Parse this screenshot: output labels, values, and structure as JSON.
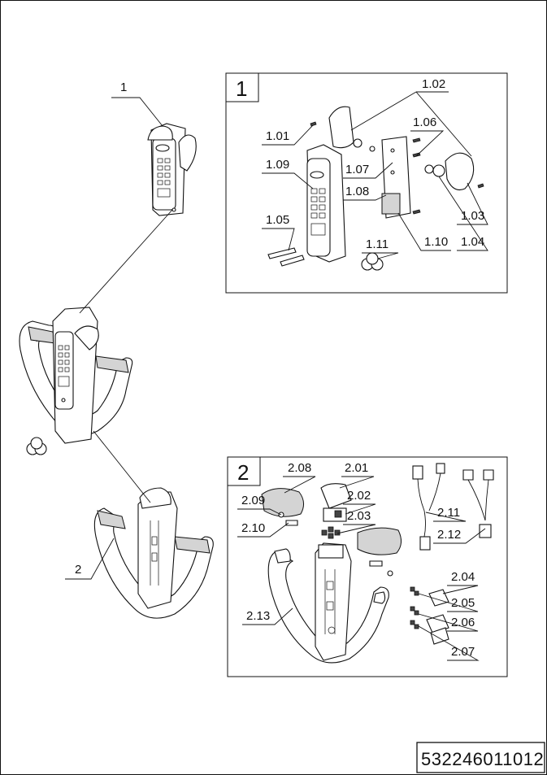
{
  "callouts": {
    "main_1": "1",
    "main_2": "2",
    "box1_title": "1",
    "box2_title": "2"
  },
  "box1": {
    "labels": [
      "1.01",
      "1.02",
      "1.03",
      "1.04",
      "1.05",
      "1.06",
      "1.07",
      "1.08",
      "1.09",
      "1.10",
      "1.11"
    ]
  },
  "box2": {
    "labels": [
      "2.01",
      "2.02",
      "2.03",
      "2.04",
      "2.05",
      "2.06",
      "2.07",
      "2.08",
      "2.09",
      "2.10",
      "2.11",
      "2.12",
      "2.13"
    ]
  },
  "drawing_number": "532246011012"
}
